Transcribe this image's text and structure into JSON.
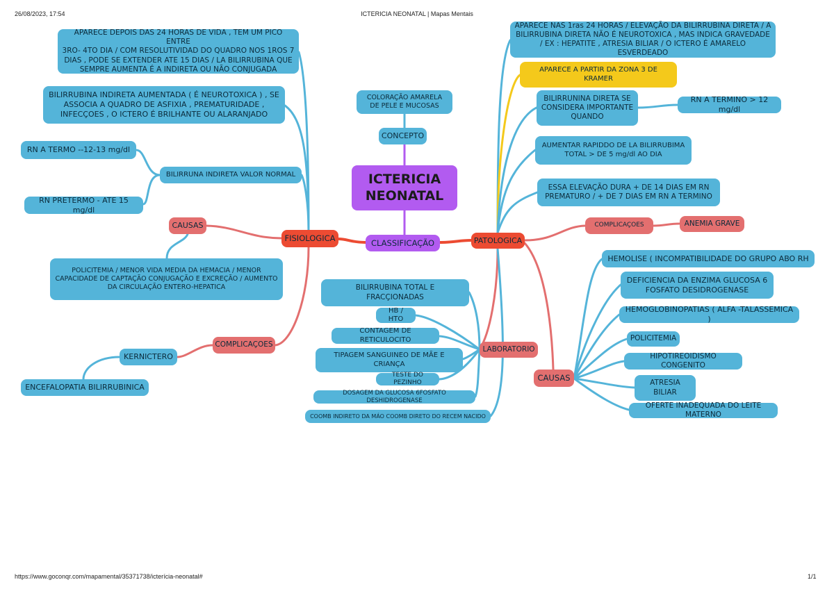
{
  "header": {
    "datetime": "26/08/2023, 17:54",
    "title": "ICTERICIA NEONATAL | Mapas Mentais"
  },
  "footer": {
    "url": "https://www.goconqr.com/mapamental/35371738/icterícia-neonatal#",
    "page": "1/1"
  },
  "colors": {
    "blue": "#54b4d9",
    "pink": "#e36f6f",
    "red": "#ec4b32",
    "violet": "#b25bf0",
    "yellow": "#f4c91b"
  },
  "map": {
    "central": "ICTERICIA\nNEONATAL",
    "concepto": {
      "label": "CONCEPTO",
      "definition": "COLORAÇÃO AMARELA\nDE PELE E MUCOSAS"
    },
    "classificacao": "CLASSIFICAÇÃO",
    "fisiologica": {
      "label": "FISIOLOGICA",
      "info_1": "APARECE DEPOIS DAS 24 HORAS DE VIDA , TEM UM PICO ENTRE\n3RO- 4TO DIA / COM RESOLUTIVIDAD DO QUADRO NOS 1ROS 7\nDIAS , PODE SE EXTENDER ATE 15 DIAS / LA BILIRRUBINA QUE\nSEMPRE AUMENTA É A INDIRETA OU NÃO CONJUGADA",
      "info_2": "BILIRRUBINA INDIRETA AUMENTADA ( É NEUROTOXICA ) , SE\nASSOCIA A QUADRO DE ASFIXIA , PREMATURIDADE ,\nINFECÇOES , O ICTERO É BRILHANTE OU ALARANJADO",
      "valor_normal": {
        "label": "BILIRRUNA INDIRETA VALOR NORMAL",
        "termo": "RN A TERMO --12-13 mg/dl",
        "pretermo": "RN PRETERMO - ATE 15 mg/dl"
      },
      "causas": {
        "label": "CAUSAS",
        "detail": "POLICITEMIA / MENOR VIDA MEDIA DA HEMACIA / MENOR\nCAPACIDADE DE CAPTAÇÃO CONJUGAÇÃO E EXCREÇÃO / AUMENTO\nDA CIRCULAÇÃO ENTERO-HEPATICA"
      },
      "complicacoes": {
        "label": "COMPLICAÇOES",
        "kernictero": "KERNICTERO",
        "encefalopatia": "ENCEFALOPATIA BILIRRUBINICA"
      }
    },
    "patologica": {
      "label": "PATOLOGICA",
      "info_1": "APARECE NAS 1ras 24 HORAS / ELEVAÇÃO DA BILIRRUBINA DIRETA / A\nBILIRRUBINA DIRETA NÃO É NEUROTOXICA , MAS INDICA GRAVEDADE\n/ EX : HEPATITE , ATRESIA BILIAR / O ICTERO É AMARELO ESVERDEADO",
      "kramer": "APARECE A PARTIR DA ZONA 3 DE\nKRAMER",
      "direta": {
        "label": "BILIRRUNINA DIRETA SE\nCONSIDERA IMPORTANTE\nQUANDO",
        "value": "RN A TERMINO > 12 mg/dl"
      },
      "aumento": "AUMENTAR RAPIDDO DE LA BILIRRUBIMA\nTOTAL > DE 5 mg/dl AO DIA",
      "duracao": "ESSA ELEVAÇÃO DURA + DE 14 DIAS EM RN\nPREMATURO / + DE 7 DIAS EM RN A TERMINO",
      "complicacoes": {
        "label": "COMPLICAÇOES",
        "anemia": "ANEMIA GRAVE"
      },
      "causas": {
        "label": "CAUSAS",
        "items": [
          "HEMOLISE ( INCOMPATIBILIDADE DO GRUPO ABO RH",
          "DEFICIENCIA DA ENZIMA GLUCOSA 6\nFOSFATO DESIDROGENASE",
          "HEMOGLOBINOPATIAS ( ALFA -TALASSEMICA )",
          "POLICITEMIA",
          "HIPOTIREOIDISMO CONGENITO",
          "ATRESIA\nBILIAR",
          "OFERTE INADEQUADA DO LEITE MATERNO"
        ]
      }
    },
    "laboratorio": {
      "label": "LABORATORIO",
      "items": [
        "BILIRRUBINA TOTAL E\nFRACÇIONADAS",
        "HB / HTO",
        "CONTAGEM DE RETICULOCITO",
        "TIPAGEM SANGUINEO DE MÃE E\nCRIANÇA",
        "TESTE DO PEZINHO",
        "DOSAGEM DA GLUCOSA 6FOSFATO DESHIDROGENASE",
        "COOMB INDIRETO DA MÁO COOMB DIRETO DO RECEM NACIDO"
      ]
    }
  }
}
